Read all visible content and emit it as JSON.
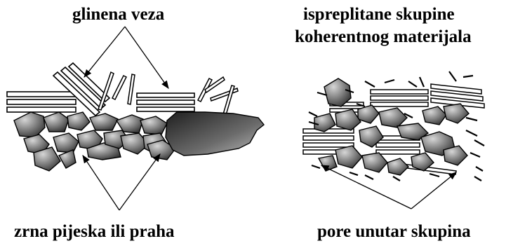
{
  "labels": {
    "clay_bond": "glinena veza",
    "aggregates_line1": "ispreplitane skupine",
    "aggregates_line2": "koherentnog materijala",
    "sand_grains": "zrna pijeska ili praha",
    "pores": "pore unutar skupina"
  },
  "colors": {
    "line": "#000000",
    "grain_dark": "#3a3a3a",
    "grain_light": "#d6d6d6",
    "background": "#ffffff"
  }
}
